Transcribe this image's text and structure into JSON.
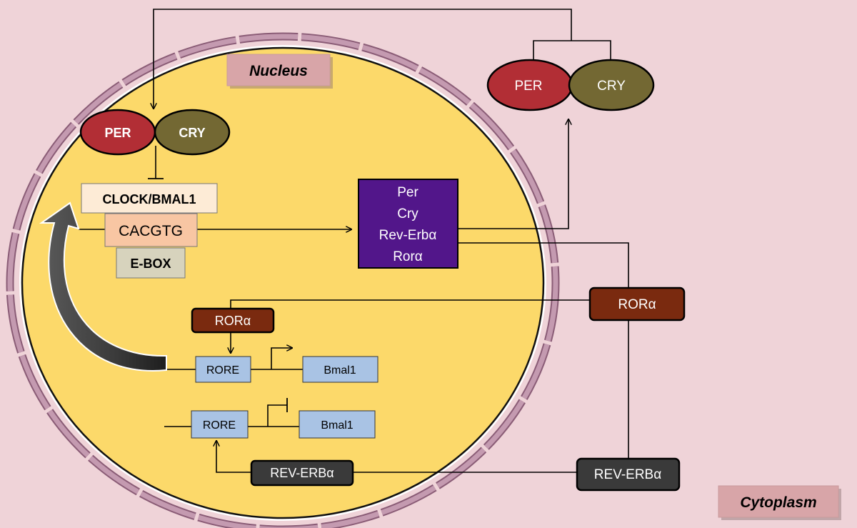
{
  "colors": {
    "background": "#efd3d8",
    "nucleus_fill": "#fcd96a",
    "membrane": "#b98aa3",
    "per": "#b22e35",
    "cry": "#736833",
    "genes_box": "#52168a",
    "ror": "#7a2a0f",
    "rev_erb": "#3a3a3a",
    "rore": "#a9c3e4",
    "label_box": "#d8a5a8"
  },
  "labels": {
    "nucleus": "Nucleus",
    "cytoplasm": "Cytoplasm"
  },
  "nuclear_complex": {
    "per": "PER",
    "cry": "CRY"
  },
  "cytoplasmic_complex": {
    "per": "PER",
    "cry": "CRY"
  },
  "promoter": {
    "clock_bmal1": "CLOCK/BMAL1",
    "cacgtg": "CACGTG",
    "ebox": "E-BOX"
  },
  "target_genes": [
    "Per",
    "Cry",
    "Rev-Erbα",
    "Rorα"
  ],
  "nuclear_ror": "RORα",
  "cytoplasmic_ror": "RORα",
  "activation_unit": {
    "rore": "RORE",
    "gene": "Bmal1"
  },
  "repression_unit": {
    "rore": "RORE",
    "gene": "Bmal1"
  },
  "nuclear_rev_erb": "REV-ERBα",
  "cytoplasmic_rev_erb": "REV-ERBα"
}
